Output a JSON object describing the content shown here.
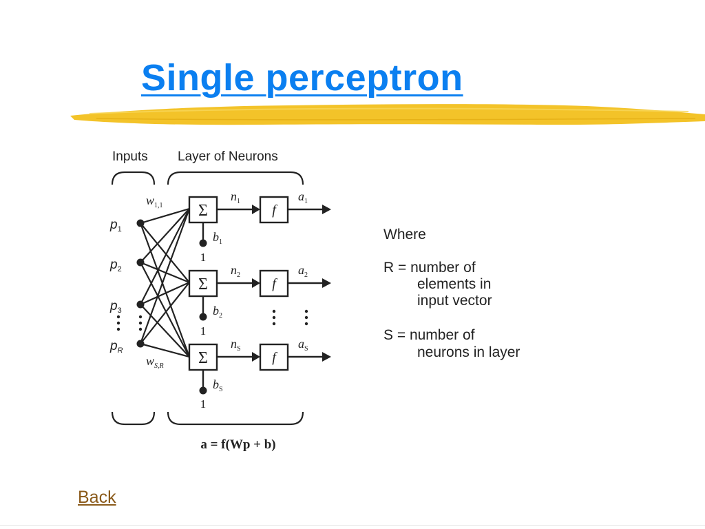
{
  "slide": {
    "title": "Single perceptron",
    "back_label": "Back"
  },
  "diagram": {
    "inputs_label": "Inputs",
    "layer_label": "Layer of Neurons",
    "weight_top": "w",
    "weight_top_sub": "1,1",
    "weight_bottom": "w",
    "weight_bottom_sub": "S,R",
    "inputs": [
      {
        "sym": "p",
        "sub": "1"
      },
      {
        "sym": "p",
        "sub": "2"
      },
      {
        "sym": "p",
        "sub": "3"
      },
      {
        "sym": "p",
        "sub": "R"
      }
    ],
    "neurons": [
      {
        "sum": "Σ",
        "f": "f",
        "n": "n",
        "n_sub": "1",
        "a": "a",
        "a_sub": "1",
        "b": "b",
        "b_sub": "1",
        "one": "1"
      },
      {
        "sum": "Σ",
        "f": "f",
        "n": "n",
        "n_sub": "2",
        "a": "a",
        "a_sub": "2",
        "b": "b",
        "b_sub": "2",
        "one": "1"
      },
      {
        "sum": "Σ",
        "f": "f",
        "n": "n",
        "n_sub": "S",
        "a": "a",
        "a_sub": "S",
        "b": "b",
        "b_sub": "S",
        "one": "1"
      }
    ],
    "equation": "a = f(Wp + b)"
  },
  "legend": {
    "where": "Where",
    "r_line1": "R = number of",
    "r_line2": "elements in",
    "r_line3": "input vector",
    "s_line1": "S = number of",
    "s_line2": "neurons in layer"
  },
  "colors": {
    "title": "#0b7ff0",
    "highlight": "#f2c01e",
    "back_link": "#8a5a1a"
  }
}
